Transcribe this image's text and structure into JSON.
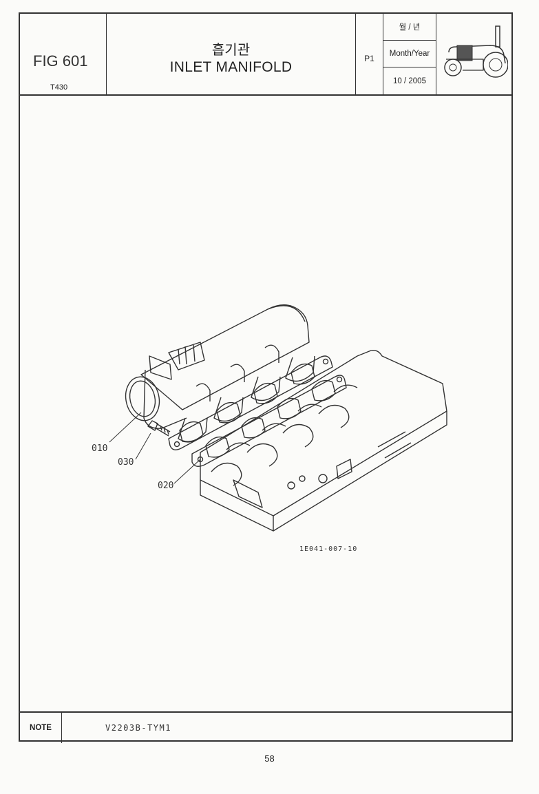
{
  "header": {
    "fig_number": "FIG 601",
    "model": "T430",
    "title_korean": "흡기관",
    "title_english": "INLET MANIFOLD",
    "page_label": "P1",
    "date_header_korean": "월 / 년",
    "date_header_english": "Month/Year",
    "date_value": "10 / 2005",
    "thumbnail_icon": "tractor-icon"
  },
  "diagram": {
    "callouts": [
      {
        "label": "010"
      },
      {
        "label": "030"
      },
      {
        "label": "020"
      }
    ],
    "figure_code": "1E041-007-10"
  },
  "footer": {
    "note_label": "NOTE",
    "note_value": "V2203B-TYM1"
  },
  "page_number": "58"
}
